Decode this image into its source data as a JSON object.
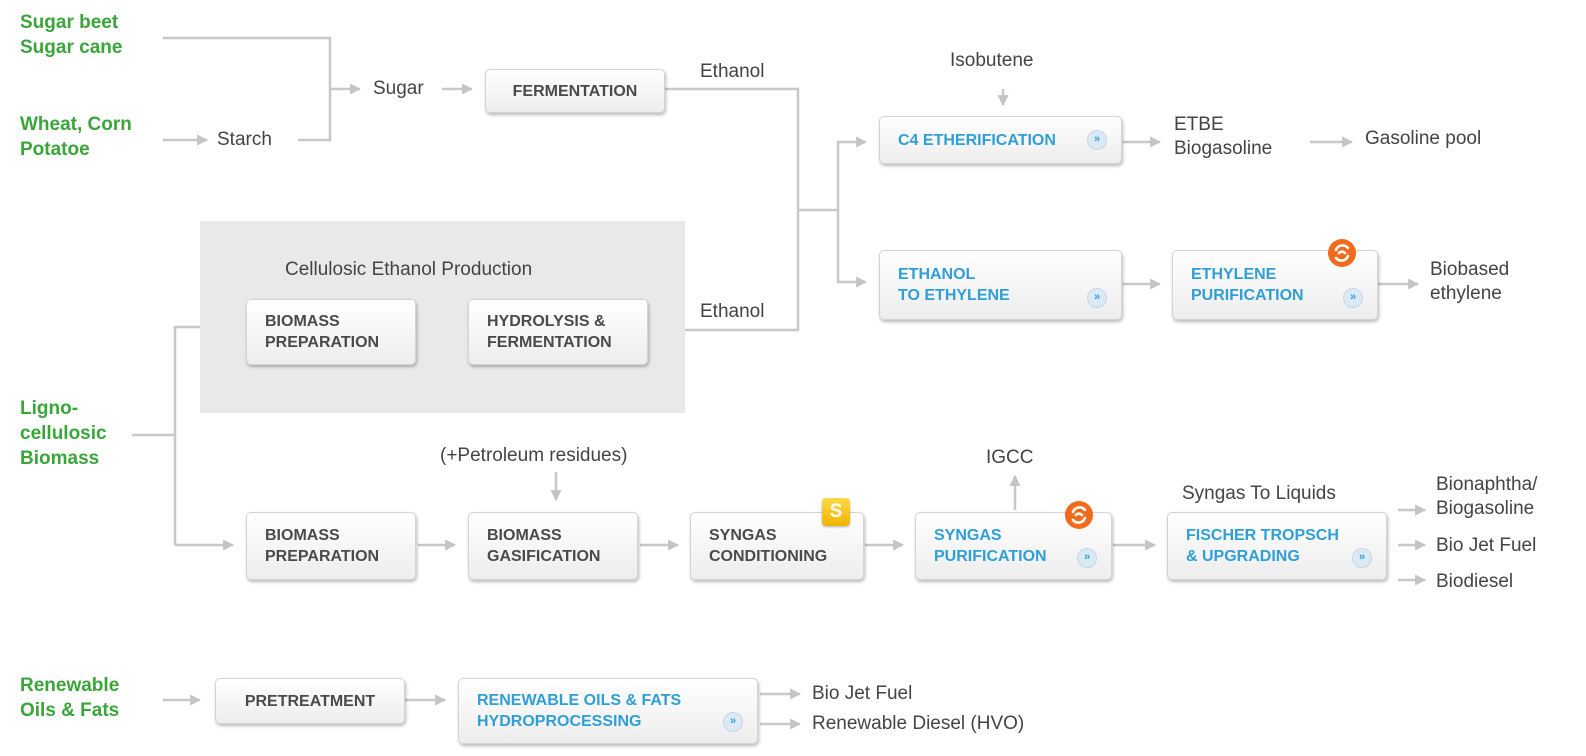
{
  "feedstocks": {
    "sugar": [
      "Sugar beet",
      "Sugar cane"
    ],
    "starch": [
      "Wheat, Corn",
      "Potatoe"
    ],
    "ligno": [
      "Ligno-",
      "cellulosic",
      "Biomass"
    ],
    "oils": [
      "Renewable",
      "Oils & Fats"
    ]
  },
  "region_title": "Cellulosic Ethanol Production",
  "labels": {
    "sugar": "Sugar",
    "starch": "Starch",
    "ethanol_top": "Ethanol",
    "ethanol_cell": "Ethanol",
    "isobutene": "Isobutene",
    "etbe": [
      "ETBE",
      "Biogasoline"
    ],
    "gasoline_pool": "Gasoline pool",
    "biobased_ethylene": [
      "Biobased",
      "ethylene"
    ],
    "petroleum_residues": "(+Petroleum residues)",
    "igcc": "IGCC",
    "syngas_to_liquids": "Syngas To Liquids",
    "bionaphtha": [
      "Bionaphtha/",
      "Biogasoline"
    ],
    "bio_jet_fuel_ft": "Bio Jet Fuel",
    "biodiesel": "Biodiesel",
    "bio_jet_fuel_oils": "Bio Jet Fuel",
    "renewable_diesel": "Renewable Diesel (HVO)"
  },
  "boxes": {
    "fermentation": [
      "FERMENTATION"
    ],
    "biomass_prep_cell": [
      "BIOMASS",
      "PREPARATION"
    ],
    "hydrolysis": [
      "HYDROLYSIS &",
      "FERMENTATION"
    ],
    "c4_etherification": [
      "C4 ETHERIFICATION"
    ],
    "ethanol_to_ethylene": [
      "ETHANOL",
      "TO ETHYLENE"
    ],
    "ethylene_purification": [
      "ETHYLENE",
      "PURIFICATION"
    ],
    "biomass_prep_gas": [
      "BIOMASS",
      "PREPARATION"
    ],
    "biomass_gasification": [
      "BIOMASS",
      "GASIFICATION"
    ],
    "syngas_conditioning": [
      "SYNGAS",
      "CONDITIONING"
    ],
    "syngas_purification": [
      "SYNGAS",
      "PURIFICATION"
    ],
    "fischer_tropsch": [
      "FISCHER TROPSCH",
      "& UPGRADING"
    ],
    "pretreatment": [
      "PRETREATMENT"
    ],
    "renewable_oils": [
      "RENEWABLE OILS & FATS",
      "HYDROPROCESSING"
    ]
  },
  "badges": {
    "s": "S",
    "chevron": "»"
  },
  "colors": {
    "feed_green": "#3aa63a",
    "link_blue": "#2f9fd6",
    "line_gray": "#c8c8c8",
    "badge_orange": "#f26b1d",
    "badge_yellow": "#f5c518"
  }
}
